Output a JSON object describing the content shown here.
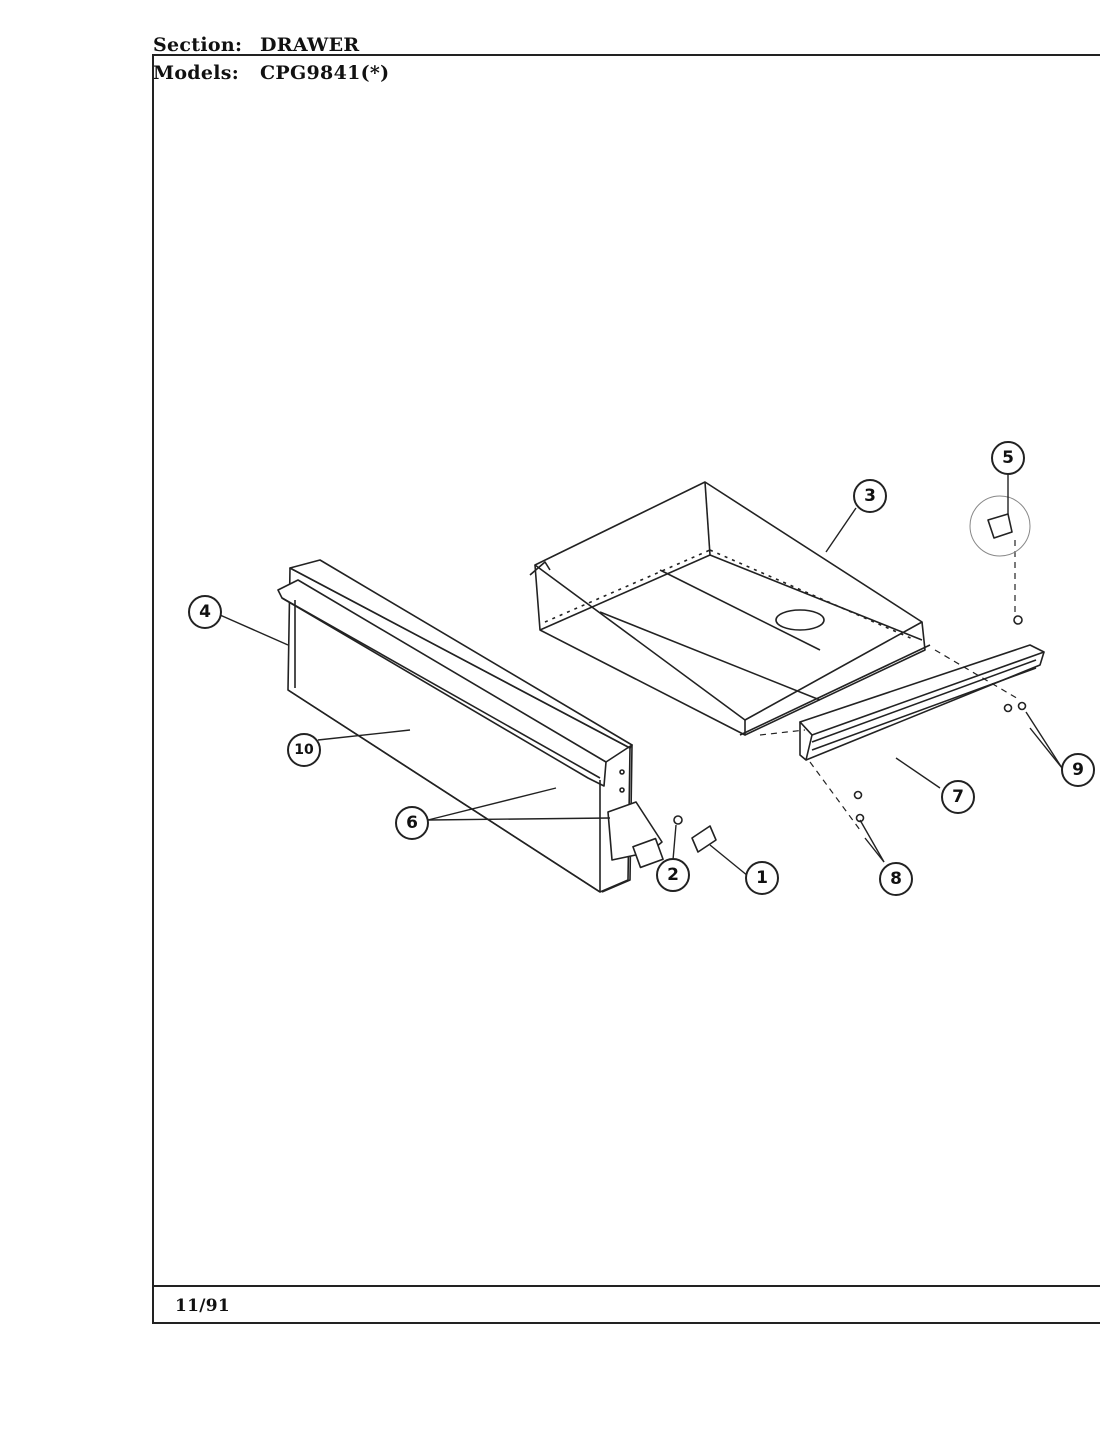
{
  "header": {
    "section_label": "Section:",
    "section_value": "DRAWER",
    "models_label": "Models:",
    "models_value": "CPG9841(*)"
  },
  "footer": {
    "date": "11/91"
  },
  "callouts": [
    "1",
    "2",
    "3",
    "4",
    "5",
    "6",
    "7",
    "8",
    "9",
    "10"
  ]
}
